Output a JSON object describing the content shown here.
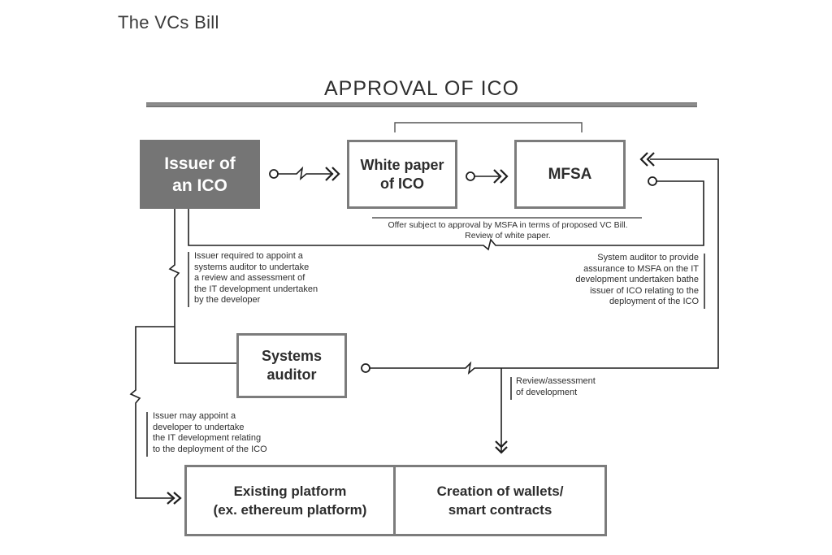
{
  "page": {
    "title": "The VCs Bill"
  },
  "diagram": {
    "heading": "APPROVAL OF ICO",
    "colors": {
      "box_fill_dark": "#757575",
      "box_border": "#7c7c7c",
      "line": "#1f1f1f"
    },
    "boxes": {
      "issuer": {
        "lines": [
          "Issuer of",
          "an ICO"
        ]
      },
      "white_paper": {
        "lines": [
          "White paper",
          "of ICO"
        ]
      },
      "mfsa": {
        "lines": [
          "MFSA"
        ]
      },
      "systems_auditor": {
        "lines": [
          "Systems",
          "auditor"
        ]
      },
      "existing_platform": {
        "lines": [
          "Existing platform",
          "(ex. ethereum platform)"
        ]
      },
      "wallets": {
        "lines": [
          "Creation of wallets/",
          "smart contracts"
        ]
      }
    },
    "captions": {
      "offer": {
        "lines": [
          "Offer subject to approval by MSFA in terms of proposed VC Bill.",
          "Review of white paper."
        ]
      }
    },
    "annotations": {
      "issuer_auditor": {
        "lines": [
          "Issuer required to appoint a",
          "systems auditor to undertake",
          "a review and assessment of",
          "the IT development undertaken",
          "by the developer"
        ]
      },
      "auditor_assurance": {
        "lines": [
          "System auditor to provide",
          "assurance to MSFA on the IT",
          "development undertaken bathe",
          "issuer of ICO relating to the",
          "deployment of the ICO"
        ]
      },
      "review_assessment": {
        "lines": [
          "Review/assessment",
          "of development"
        ]
      },
      "issuer_developer": {
        "lines": [
          "Issuer may appoint a",
          "developer to undertake",
          "the IT development relating",
          "to the deployment of the ICO"
        ]
      }
    }
  }
}
